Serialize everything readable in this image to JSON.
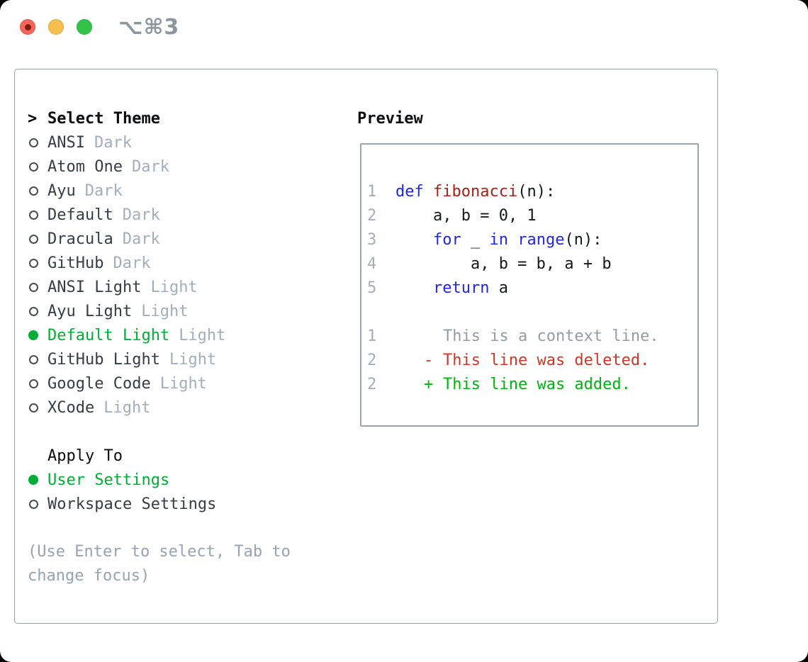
{
  "window": {
    "title": "⌥⌘3",
    "traffic_lights": [
      "close",
      "minimize",
      "zoom"
    ]
  },
  "theme_list": {
    "header_marker": ">",
    "header_label": "Select Theme",
    "items": [
      {
        "name": "ANSI",
        "variant": "Dark",
        "selected": false
      },
      {
        "name": "Atom One",
        "variant": "Dark",
        "selected": false
      },
      {
        "name": "Ayu",
        "variant": "Dark",
        "selected": false
      },
      {
        "name": "Default",
        "variant": "Dark",
        "selected": false
      },
      {
        "name": "Dracula",
        "variant": "Dark",
        "selected": false
      },
      {
        "name": "GitHub",
        "variant": "Dark",
        "selected": false
      },
      {
        "name": "ANSI Light",
        "variant": "Light",
        "selected": false
      },
      {
        "name": "Ayu Light",
        "variant": "Light",
        "selected": false
      },
      {
        "name": "Default Light",
        "variant": "Light",
        "selected": true
      },
      {
        "name": "GitHub Light",
        "variant": "Light",
        "selected": false
      },
      {
        "name": "Google Code",
        "variant": "Light",
        "selected": false
      },
      {
        "name": "XCode",
        "variant": "Light",
        "selected": false
      }
    ]
  },
  "apply_to": {
    "header": "Apply To",
    "options": [
      {
        "label": "User Settings",
        "selected": true
      },
      {
        "label": "Workspace Settings",
        "selected": false
      }
    ]
  },
  "hint": "(Use Enter to select, Tab to change focus)",
  "preview": {
    "header": "Preview",
    "code_lines": [
      {
        "num": "1",
        "tokens": [
          {
            "t": "def",
            "c": "kw"
          },
          {
            "t": " ",
            "c": "plain"
          },
          {
            "t": "fibonacci",
            "c": "fn"
          },
          {
            "t": "(n):",
            "c": "plain"
          }
        ]
      },
      {
        "num": "2",
        "tokens": [
          {
            "t": "    a, b = 0, 1",
            "c": "plain"
          }
        ]
      },
      {
        "num": "3",
        "tokens": [
          {
            "t": "    ",
            "c": "plain"
          },
          {
            "t": "for",
            "c": "kw"
          },
          {
            "t": " _ ",
            "c": "plain"
          },
          {
            "t": "in",
            "c": "kw"
          },
          {
            "t": " ",
            "c": "plain"
          },
          {
            "t": "range",
            "c": "kw"
          },
          {
            "t": "(n):",
            "c": "plain"
          }
        ]
      },
      {
        "num": "4",
        "tokens": [
          {
            "t": "        a, b = b, a + b",
            "c": "plain"
          }
        ]
      },
      {
        "num": "5",
        "tokens": [
          {
            "t": "    ",
            "c": "plain"
          },
          {
            "t": "return",
            "c": "kw"
          },
          {
            "t": " a",
            "c": "plain"
          }
        ]
      }
    ],
    "diff_lines": [
      {
        "num": "1",
        "marker": " ",
        "text": "This is a context line.",
        "kind": "context"
      },
      {
        "num": "2",
        "marker": "-",
        "text": "This line was deleted.",
        "kind": "deleted"
      },
      {
        "num": "2",
        "marker": "+",
        "text": "This line was added.",
        "kind": "added"
      }
    ]
  },
  "colors": {
    "page_bg": "#000000",
    "window_bg": "#ffffff",
    "panel_border": "#97a1ac",
    "box_border": "#9aa4af",
    "header_black": "#0b0d10",
    "item_text": "#363c45",
    "variant_gray": "#a3aebc",
    "hint_gray": "#97a3b1",
    "select_green": "#00ad37",
    "radio_outline": "#474d55",
    "gutter_gray": "#a4aeba",
    "context_gray": "#959ca5",
    "kw_blue": "#2028e0",
    "fn_red": "#a3231a",
    "del_red": "#c9392a",
    "add_green": "#00b312",
    "plain_code": "#15181c",
    "title_gray": "#8d959d",
    "light_red": "#f4655b",
    "light_red_dot": "#7f1d12",
    "light_yellow": "#f6bd4f",
    "light_green": "#33c24a"
  }
}
